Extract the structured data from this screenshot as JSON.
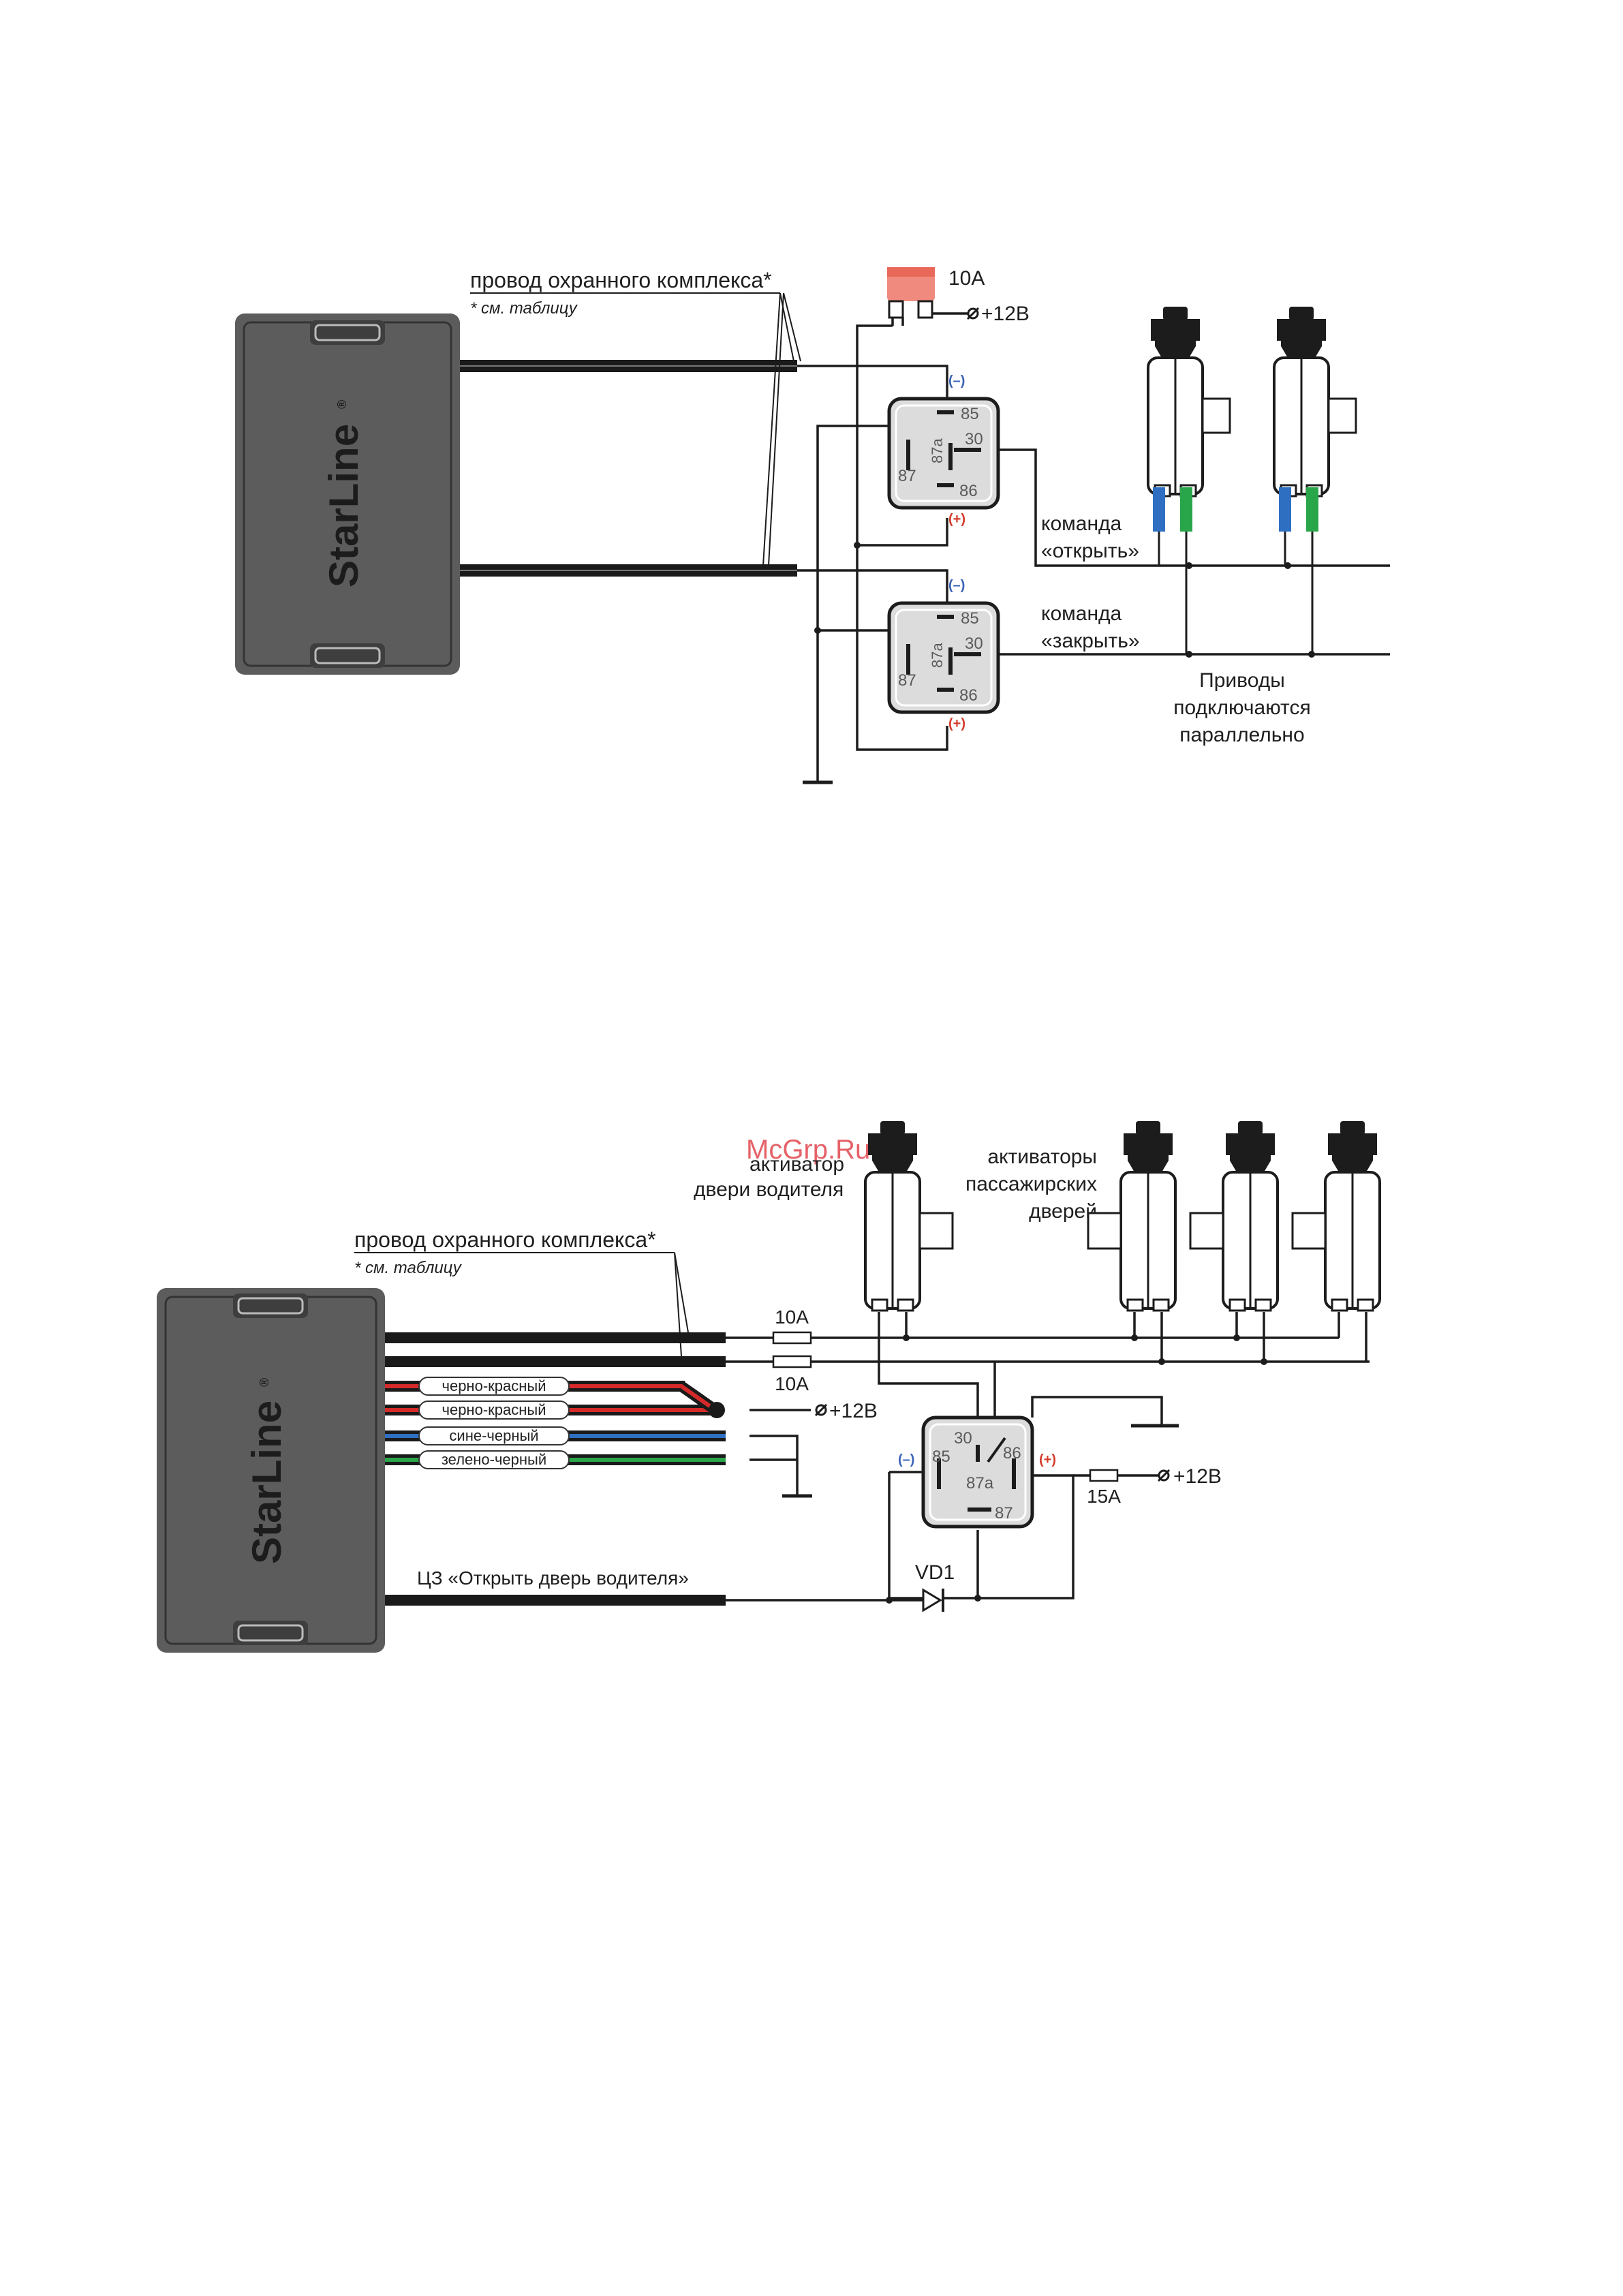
{
  "diagram1": {
    "alarm_wire": "провод охранного комплекса*",
    "see_table": "* см. таблицу",
    "brand": "StarLine",
    "reg_mark": "®",
    "fuse": "10А",
    "plus12": "+12В",
    "pins": {
      "p85": "85",
      "p30": "30",
      "p87a": "87a",
      "p87": "87",
      "p86": "86"
    },
    "minus": "(–)",
    "plus": "(+)",
    "cmd_open_1": "команда",
    "cmd_open_2": "«открыть»",
    "cmd_close_1": "команда",
    "cmd_close_2": "«закрыть»",
    "note_1": "Приводы",
    "note_2": "подключаются",
    "note_3": "параллельно"
  },
  "diagram2": {
    "watermark": "McGrp.Ru",
    "driver_act_1": "активатор",
    "driver_act_2": "двери водителя",
    "pass_act_1": "активаторы",
    "pass_act_2": "пассажирских",
    "pass_act_3": "дверей",
    "alarm_wire": "провод охранного комплекса*",
    "see_table": "* см. таблицу",
    "brand": "StarLine",
    "reg_mark": "®",
    "fuse_a": "10А",
    "fuse_b": "10А",
    "fuse_c": "15А",
    "plus12_a": "+12В",
    "plus12_b": "+12В",
    "wire_labels": [
      "черно-красный",
      "черно-красный",
      "сине-черный",
      "зелено-черный"
    ],
    "pins": {
      "p30": "30",
      "p85": "85",
      "p86": "86",
      "p87a": "87a",
      "p87": "87"
    },
    "minus": "(–)",
    "plus": "(+)",
    "diode": "VD1",
    "cz_open": "ЦЗ «Открыть дверь водителя»"
  },
  "colors": {
    "wire_black": "#1a1a1a",
    "wire_red": "#d42a2a",
    "wire_blue": "#2f6fc2",
    "wire_green": "#2aa64a",
    "module": "#5a5a5a",
    "relay_fill": "#dcdcdc",
    "fuse_pink": "#f08a7e",
    "minus_color": "#3a63b6",
    "plus_color": "#d43b2a"
  }
}
